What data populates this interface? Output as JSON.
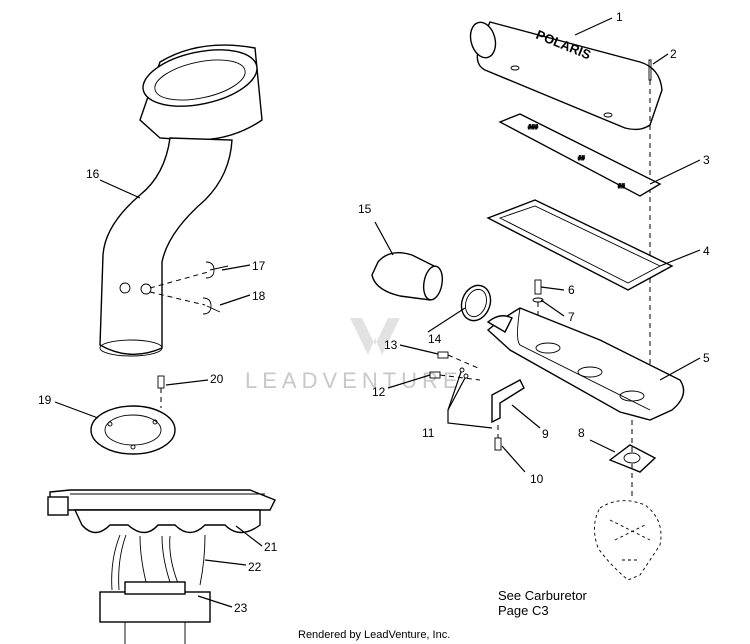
{
  "callouts": {
    "c1": "1",
    "c2": "2",
    "c3": "3",
    "c4": "4",
    "c5": "5",
    "c6": "6",
    "c7": "7",
    "c8": "8",
    "c9": "9",
    "c10": "10",
    "c11": "11",
    "c12": "12",
    "c13": "13",
    "c14": "14",
    "c15": "15",
    "c16": "16",
    "c17": "17",
    "c18": "18",
    "c19": "19",
    "c20": "20",
    "c21": "21",
    "c22": "22",
    "c23": "23"
  },
  "note": {
    "line1": "See Carburetor",
    "line2": "Page C3"
  },
  "brand_text": "POLARIS",
  "watermark": "LEADVENTURE",
  "credit": "Rendered by LeadVenture, Inc."
}
